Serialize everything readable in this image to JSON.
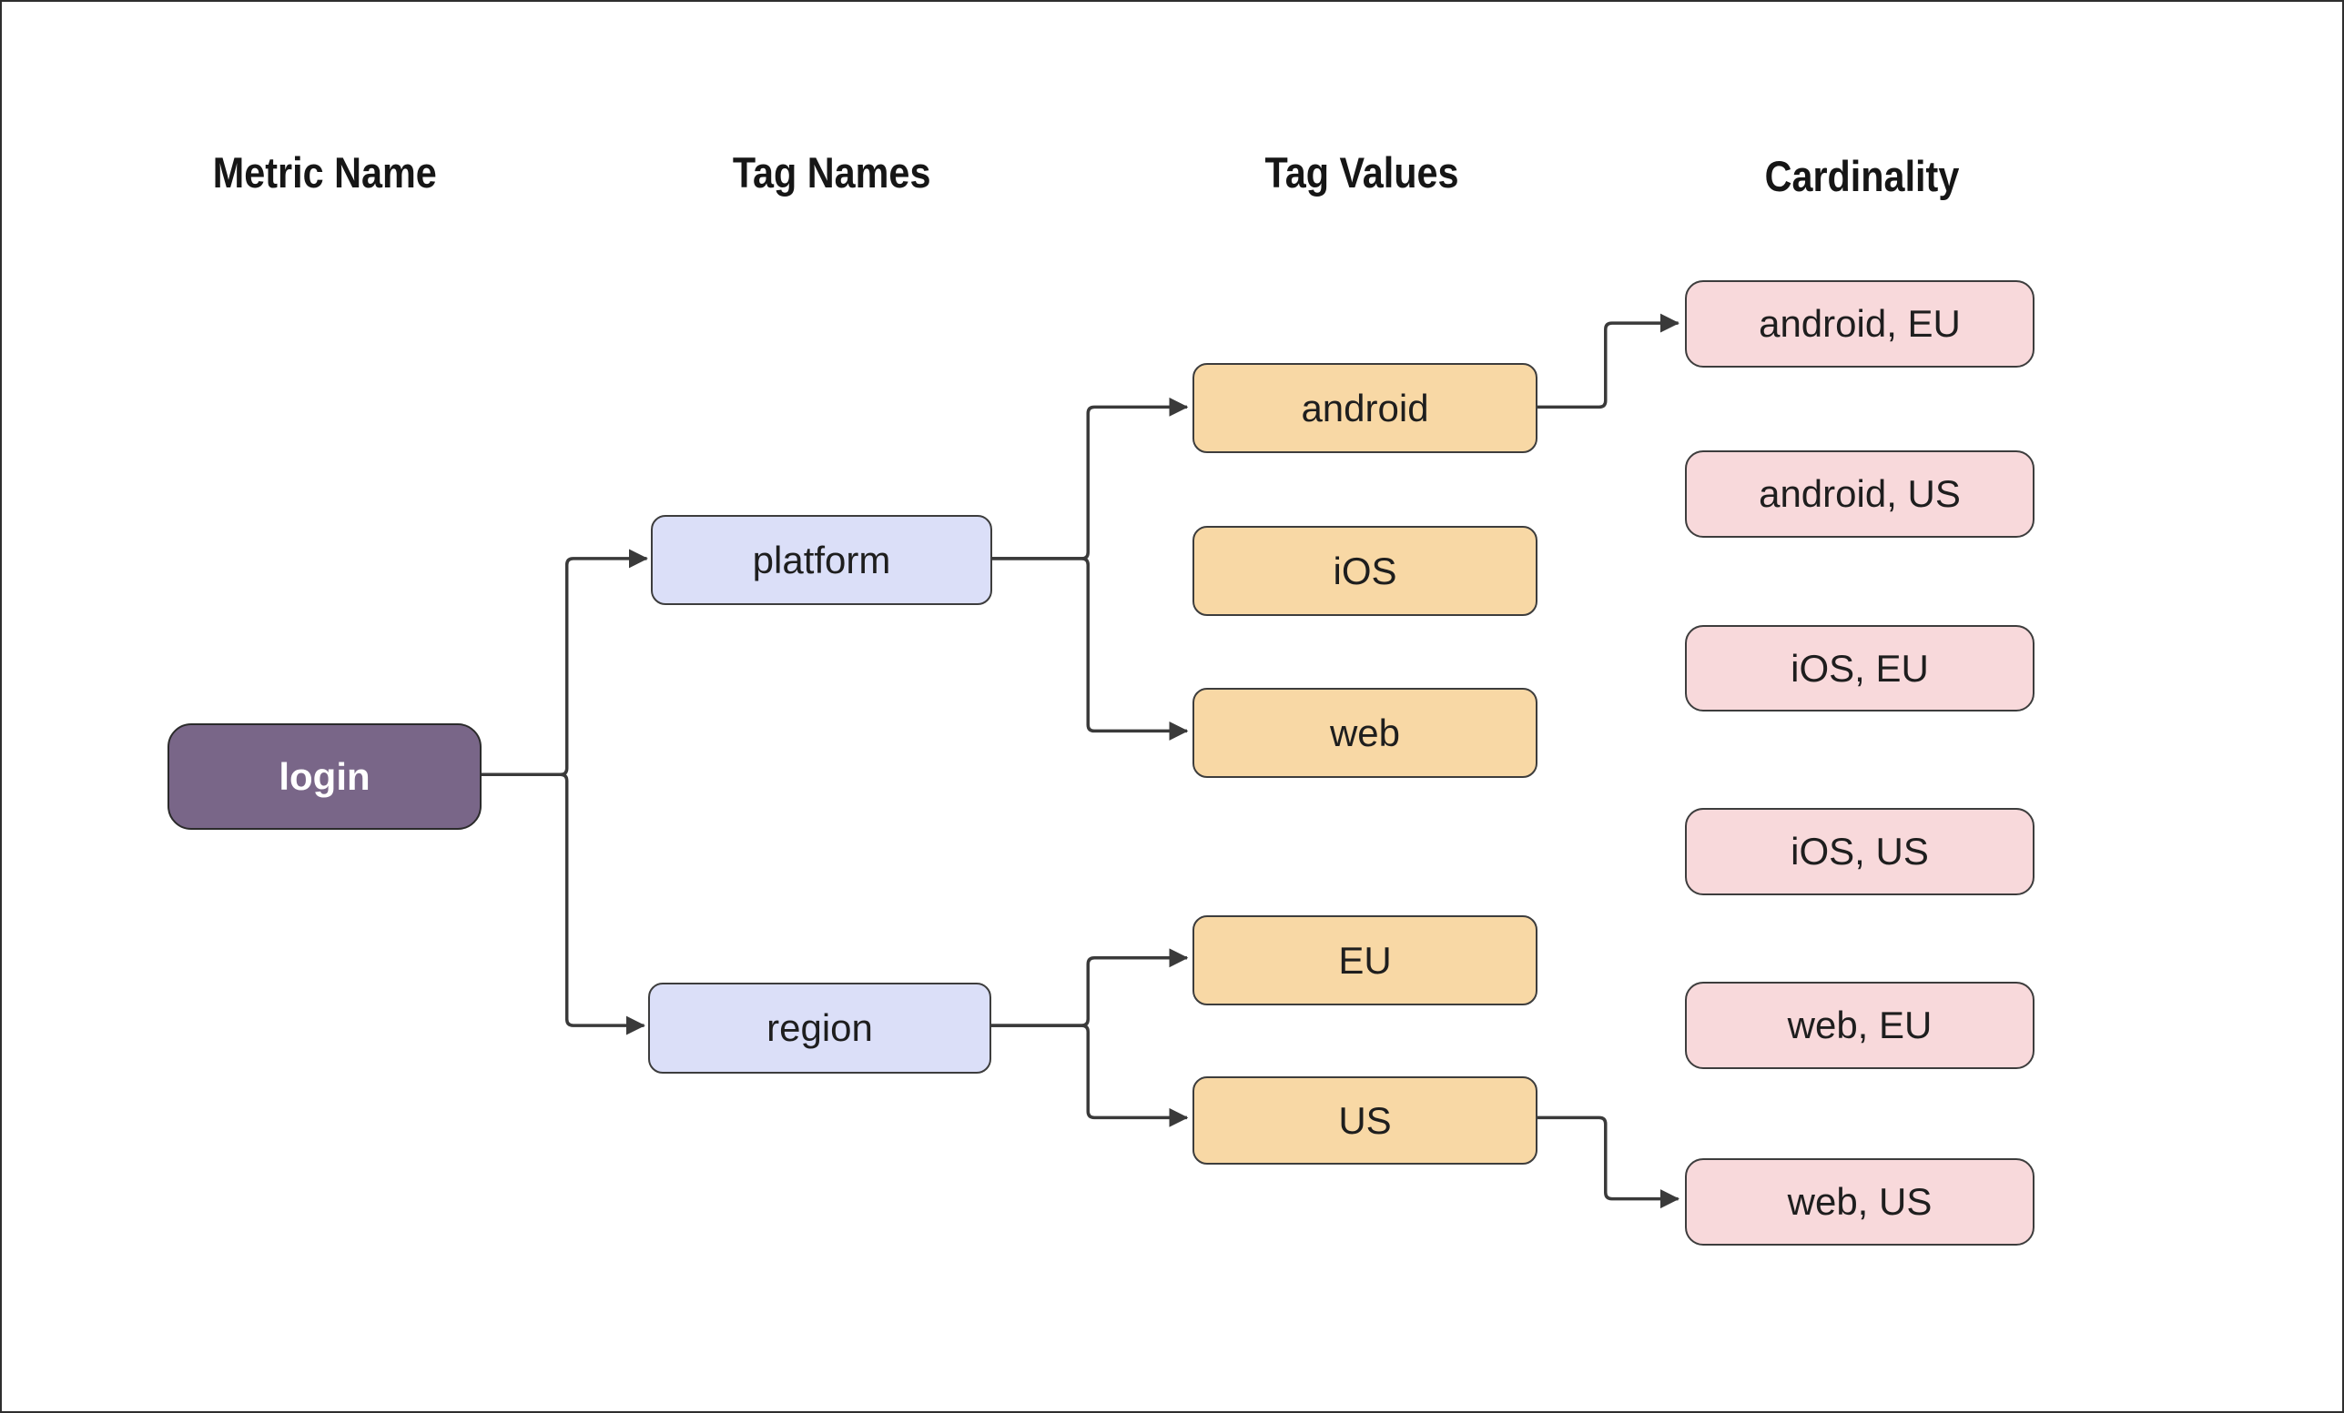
{
  "diagram": {
    "columns": [
      {
        "header": "Metric Name"
      },
      {
        "header": "Tag Names"
      },
      {
        "header": "Tag Values"
      },
      {
        "header": "Cardinality"
      }
    ],
    "metric": {
      "label": "login"
    },
    "tag_names": [
      {
        "label": "platform"
      },
      {
        "label": "region"
      }
    ],
    "tag_values": [
      {
        "label": "android"
      },
      {
        "label": "iOS"
      },
      {
        "label": "web"
      },
      {
        "label": "EU"
      },
      {
        "label": "US"
      }
    ],
    "cardinality_combinations": [
      {
        "label": "android, EU"
      },
      {
        "label": "android, US"
      },
      {
        "label": "iOS, EU"
      },
      {
        "label": "iOS, US"
      },
      {
        "label": "web, EU"
      },
      {
        "label": "web, US"
      }
    ],
    "edges": [
      {
        "from": "login",
        "to": "platform"
      },
      {
        "from": "login",
        "to": "region"
      },
      {
        "from": "platform",
        "to": "android"
      },
      {
        "from": "platform",
        "to": "web"
      },
      {
        "from": "android",
        "to": "android, EU"
      },
      {
        "from": "region",
        "to": "EU"
      },
      {
        "from": "region",
        "to": "US"
      },
      {
        "from": "US",
        "to": "web, US"
      }
    ],
    "colors": {
      "canvas_bg": "#ffffff",
      "metric_fill": "#796688",
      "metric_text": "#ffffff",
      "tag_name_fill": "#dbdff8",
      "tag_value_fill": "#f8d8a5",
      "cardinality_fill": "#f8d9db",
      "connector": "#3a3a3a"
    }
  }
}
